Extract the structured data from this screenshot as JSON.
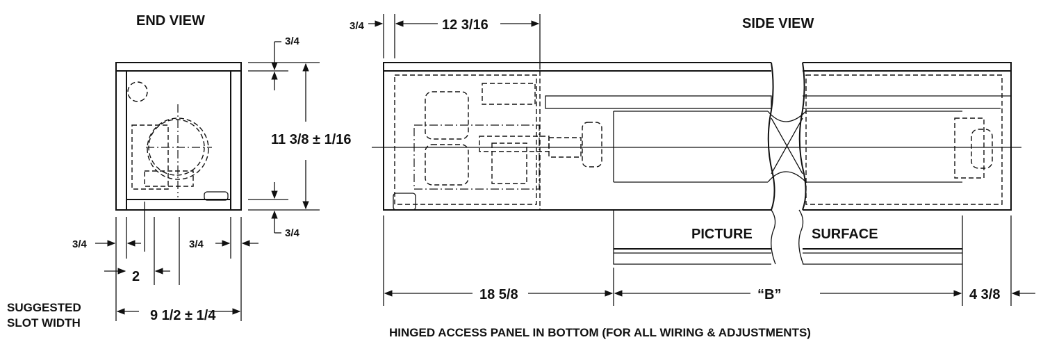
{
  "labels": {
    "end_view": "END VIEW",
    "side_view": "SIDE VIEW",
    "picture": "PICTURE",
    "surface": "SURFACE",
    "suggested_slot_width_1": "SUGGESTED",
    "suggested_slot_width_2": "SLOT WIDTH",
    "hinged_panel": "HINGED ACCESS PANEL IN BOTTOM (FOR ALL WIRING & ADJUSTMENTS)"
  },
  "dimensions": {
    "top_left_3_4": "3/4",
    "width_12_3_16": "12 3/16",
    "end_top_3_4": "3/4",
    "end_bottom_3_4": "3/4",
    "height_11_3_8": "11 3/8 ± 1/16",
    "end_left_3_4": "3/4",
    "end_right_3_4": "3/4",
    "dim_2": "2",
    "slot_9_1_2": "9 1/2 ± 1/4",
    "dim_18_5_8": "18 5/8",
    "dim_b": "“B”",
    "dim_4_3_8": "4 3/8"
  }
}
